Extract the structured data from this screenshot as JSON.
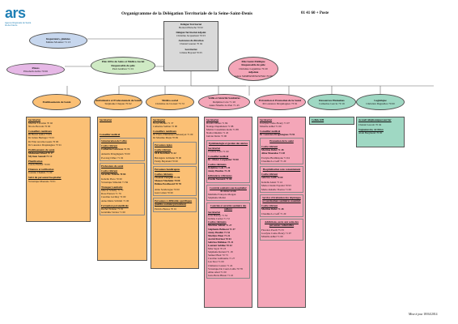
{
  "logo": {
    "mark": "ars",
    "line1": "Agence Régionale de Santé",
    "line2": "Ile-de-France"
  },
  "header": {
    "title": "Organigramme de la Délégation Territoriale de la Seine-Saint-Denis",
    "phone": "01 41 60 + Poste"
  },
  "footer": {
    "updated": "Mise à jour 18/04/2014"
  },
  "colors": {
    "grey": "#d9d9d9",
    "blue": "#c7d7ee",
    "purple": "#e6b8e6",
    "green": "#cfeac4",
    "orange": "#fbc075",
    "pink": "#f4a6b8",
    "teal": "#9fd8c3"
  },
  "top": {
    "delegue": {
      "title": "Délégué Territorial",
      "name": "Bernard Haloche   70 02"
    },
    "adjoint": {
      "title": "Délégué Territorial Adjoint",
      "name": "Christine Jacquemont   70 03"
    },
    "assistance": {
      "title": "Assistance de direction",
      "name": "Chantal Gauran   70 04"
    },
    "secretariat": {
      "title": "Secrétariat",
      "name": "Liliane Boyaud   70 05"
    }
  },
  "inspecteurs": {
    "title": "Inspecteurs, plaintes",
    "name": "Mahka Mounier   71 13"
  },
  "finess": {
    "title": "Finess",
    "name": "Elisabeth Aicha   70 06"
  },
  "pole_offre": {
    "title": "Pôle Offre de Soins et Médico-Social",
    "sub": "Responsable de pôle",
    "name": "Paul Andrieu   71 01"
  },
  "pole_sante": {
    "title": "Pôle Santé Publique",
    "sub": "Responsable de pôle",
    "name": "Christine Lagumina   70 20",
    "adj": "Adjointe",
    "adjname": "Agnès SOMERSENOWSKI   70 00"
  },
  "columns": {
    "etab": {
      "title": "Etablissements de Santé",
      "secr": "Secrétariat",
      "secr_lines": [
        "Martine Lecomte   70 02",
        "Nicole Bercant   70 00"
      ],
      "cons": "Conseillers médicaux",
      "cons_lines": [
        "Dr Hervé Gallot   73 03",
        "Dr Julien Heringer   73 03",
        "Dr Pilar Arcelia-Gaens   70 00",
        "Dr Laurence Drapkiagnes   73 91"
      ],
      "etab2": "Etablissements de santé",
      "etab2_lines": [
        "Mohamed Kheal   70 17",
        "Myriam Samali   71 12"
      ],
      "plan": "Planification",
      "plan_lines": [
        "Carole Hacher   70 00"
      ],
      "fin": "Finances et tarification",
      "fin_lines": [
        "Joséane Chakkla   71 00"
      ],
      "suivi": "Suivi du personnel hospitalier",
      "suivi_lines": [
        "Véronique Maesano   70 01"
      ]
    },
    "amb": {
      "title": "Ambulatoire et Professionnels de Santé",
      "name": "Stéphanie Chapan   70 02",
      "secr": "Secrétariat",
      "cons": "Conseiller médical",
      "struct": "Structuration de l'offre",
      "cad": "Cadre référent",
      "cad_line": "Catherine Louvieux   71 74",
      "sec_lines": [
        "Annaick Péraginguen   70 00",
        "Po-Ling Chhor   71 02"
      ],
      "prof": "Professions de santé",
      "cad2": "Cadre référent",
      "cad2_line": "Severine Tateolo   70 84",
      "prof_lines": [
        "Isabelle Piaco   70 00",
        "Véronique Simonin   71 84"
      ],
      "trans": "Transport sanitaire",
      "trans_lines": [
        "Marcel Schaffy   71 77",
        "Rose Pierson   71 76",
        "Caroline Lavilley   72 00",
        "Anne-Marie Schmitt   71 00"
      ],
      "form": "Formation paramédicale",
      "form_lines": [
        "Rachel Sidaner   71 01",
        "Géraldine Verlou   71 00"
      ]
    },
    "ms": {
      "title": "Médico-social",
      "name": "Christine de Lionsel   73 72",
      "secr": "Secrétariat",
      "secr_lines": [
        "Naceri Bélkis   71 37",
        "Catherine Seillan   72 00"
      ],
      "cons": "Conseillers médicaux",
      "cons_lines": [
        "Dr Pierre-Emmanuel Debouzyol   71 00",
        "Dr Maxime Majta   70 99"
      ],
      "pa": "Personnes âgées",
      "cad": "Cadre référent",
      "cad_line": "M.D Kerzhan   71 22",
      "pa_lines": [
        "Bérangère Gilmann   70 00",
        "Fanny Beyaland   70 00"
      ],
      "ph": "Personnes handicapées",
      "cad2": "Cadres référents",
      "cad2_lines": [
        "Chantal Zemplet   71 78",
        "Manon Ninchelet   70 00",
        "Hélène Pestiboard   70 78"
      ],
      "ph_lines": [
        "Anne Sonderegue   70 00",
        "Jean Cohen   70 00"
      ],
      "diff": "Personnes à difficultés spécifiques (médico-sociales/prévention)",
      "diff_lines": [
        "Patricia Bastos   70 01"
      ]
    },
    "veille": {
      "title": "Veille et Sécurité Sanitaires",
      "name": "Delphine Cole   71 20",
      "name2": "Anne Ninelle-Le Pen   71 43",
      "secr": "Secrétariat",
      "secr_lines": [
        "Rosalia Minas   71 84",
        "Nadège Dupuhatien   71 88",
        "Marine Casselman-Isolis   71 88",
        "Nadia Omelnis   71 45",
        "Janvier Ikrira   72 00"
      ],
      "epid": "Epidémiologie et gestion des alertes",
      "epid_secr": "Secrétariat",
      "epid_secr_lines": [
        "Clotilde Paris   71 00"
      ],
      "cons": "Conseiller médical",
      "cons_lines": [
        "Dr Olivier Carpentier   70 00"
      ],
      "cad": "Cadres référents",
      "cad_lines": [
        "Delphine Colé   71 20",
        "Jenny Haultes   71 20"
      ],
      "inf": "Infirmières référentes",
      "inf_lines": [
        "Estelle Yannatti   71 00"
      ],
      "ccal": "Contrôle sanitaire eau-hospitalier",
      "ccal_line": "01 00 62 22 66",
      "ccal_lines": [
        "Mathilde François-Morgan",
        "Stéphanie Mollet"
      ],
      "csm": "Contrôle et sécurité sanitaire des milieux",
      "csm_secr": "Secrétariat",
      "csm_secr_lines": [
        "Joris Boulay   71 34",
        "Jérôme Cartier   71 72"
      ],
      "cad2": "Cadres référents",
      "cad2_lines": [
        "Martine Salmet   71 27",
        "Stéphanie Belmont   71 37",
        "Jenny Houllet   71 34",
        "Marilyn Pinat   71 22",
        "Astrid Perrinet   70 63",
        "Sabrina Méhinas   73 21",
        "Laurent Sebline   70 42",
        "Mira Sayel   70 23",
        "Stéphanie Roland   71 18",
        "Samuel Biair   70 73",
        "Caroline Guillaume   71 27",
        "Léa Sirot   71 00",
        "Clémence Lassus   71 24",
        "Véronique De Coutt-Coilla   70 78",
        "Aline Abed   71 00",
        "Jean-Pierre Bleset   71 22"
      ]
    },
    "prev": {
      "title": "Prévention et Promotion de la Santé",
      "name": "M Laurence Drapkiagnes   73 91",
      "secr": "Secrétariat",
      "secr_lines": [
        "Jocelyne Conte-Fleury   71 07",
        "Mireille Adhel   71 00"
      ],
      "cons": "Conseiller médical",
      "cons_lines": [
        "Dr Laurence Drapkiagnes   73 91"
      ],
      "promo": "Promotion de la santé",
      "cad": "Cadre référent",
      "cad_lines": [
        "Martine Dufet   71 28",
        "Aline Mouzelas   71 28"
      ],
      "promo_lines": [
        "Evelyne Braillnstone   71 04",
        "Claudine Le Goff   71 20"
      ],
      "hosp": "Hospitalisation sans consentement",
      "cad2": "Cadre référent",
      "cad2_lines": [
        "Sabrina Salih   70 00"
      ],
      "hosp_lines": [
        "Isabelle Anzet   71 41",
        "Marie-Claude Fayadot   70 93",
        "Marie-Isabelle Tlaolos   71 00"
      ],
      "serv": "Service d'évaluation des dépistages et vaccinations sanitaires essentiels",
      "cad3": "Cadre référent",
      "cad3_lines": [
        "Martine Dufet   71 28"
      ],
      "serv_lines": [
        "Claudine Le Goff   71 20"
      ],
      "adict": "Addictions, accès aux soins des personnes vulnérables",
      "adict_lines": [
        "Florence Poech   75 33",
        "Jocelyne Conte-Fleury   71 07",
        "Mireille Adhel   71 00"
      ]
    },
    "rh": {
      "title": "Ressources Humaines",
      "name": "Catherine Garcia   70 19",
      "cel": "Cellule RH"
    },
    "log": {
      "title": "Logistique",
      "name": "Christian Dagnelles   70 00",
      "acc": "Accueil téléphonique/courrier",
      "acc_lines": [
        "Chantal Lascolt   70 04"
      ],
      "vag": "Vaguemestre, Archives",
      "vag_lines": [
        "Alain Bergmond   70 00"
      ]
    }
  }
}
